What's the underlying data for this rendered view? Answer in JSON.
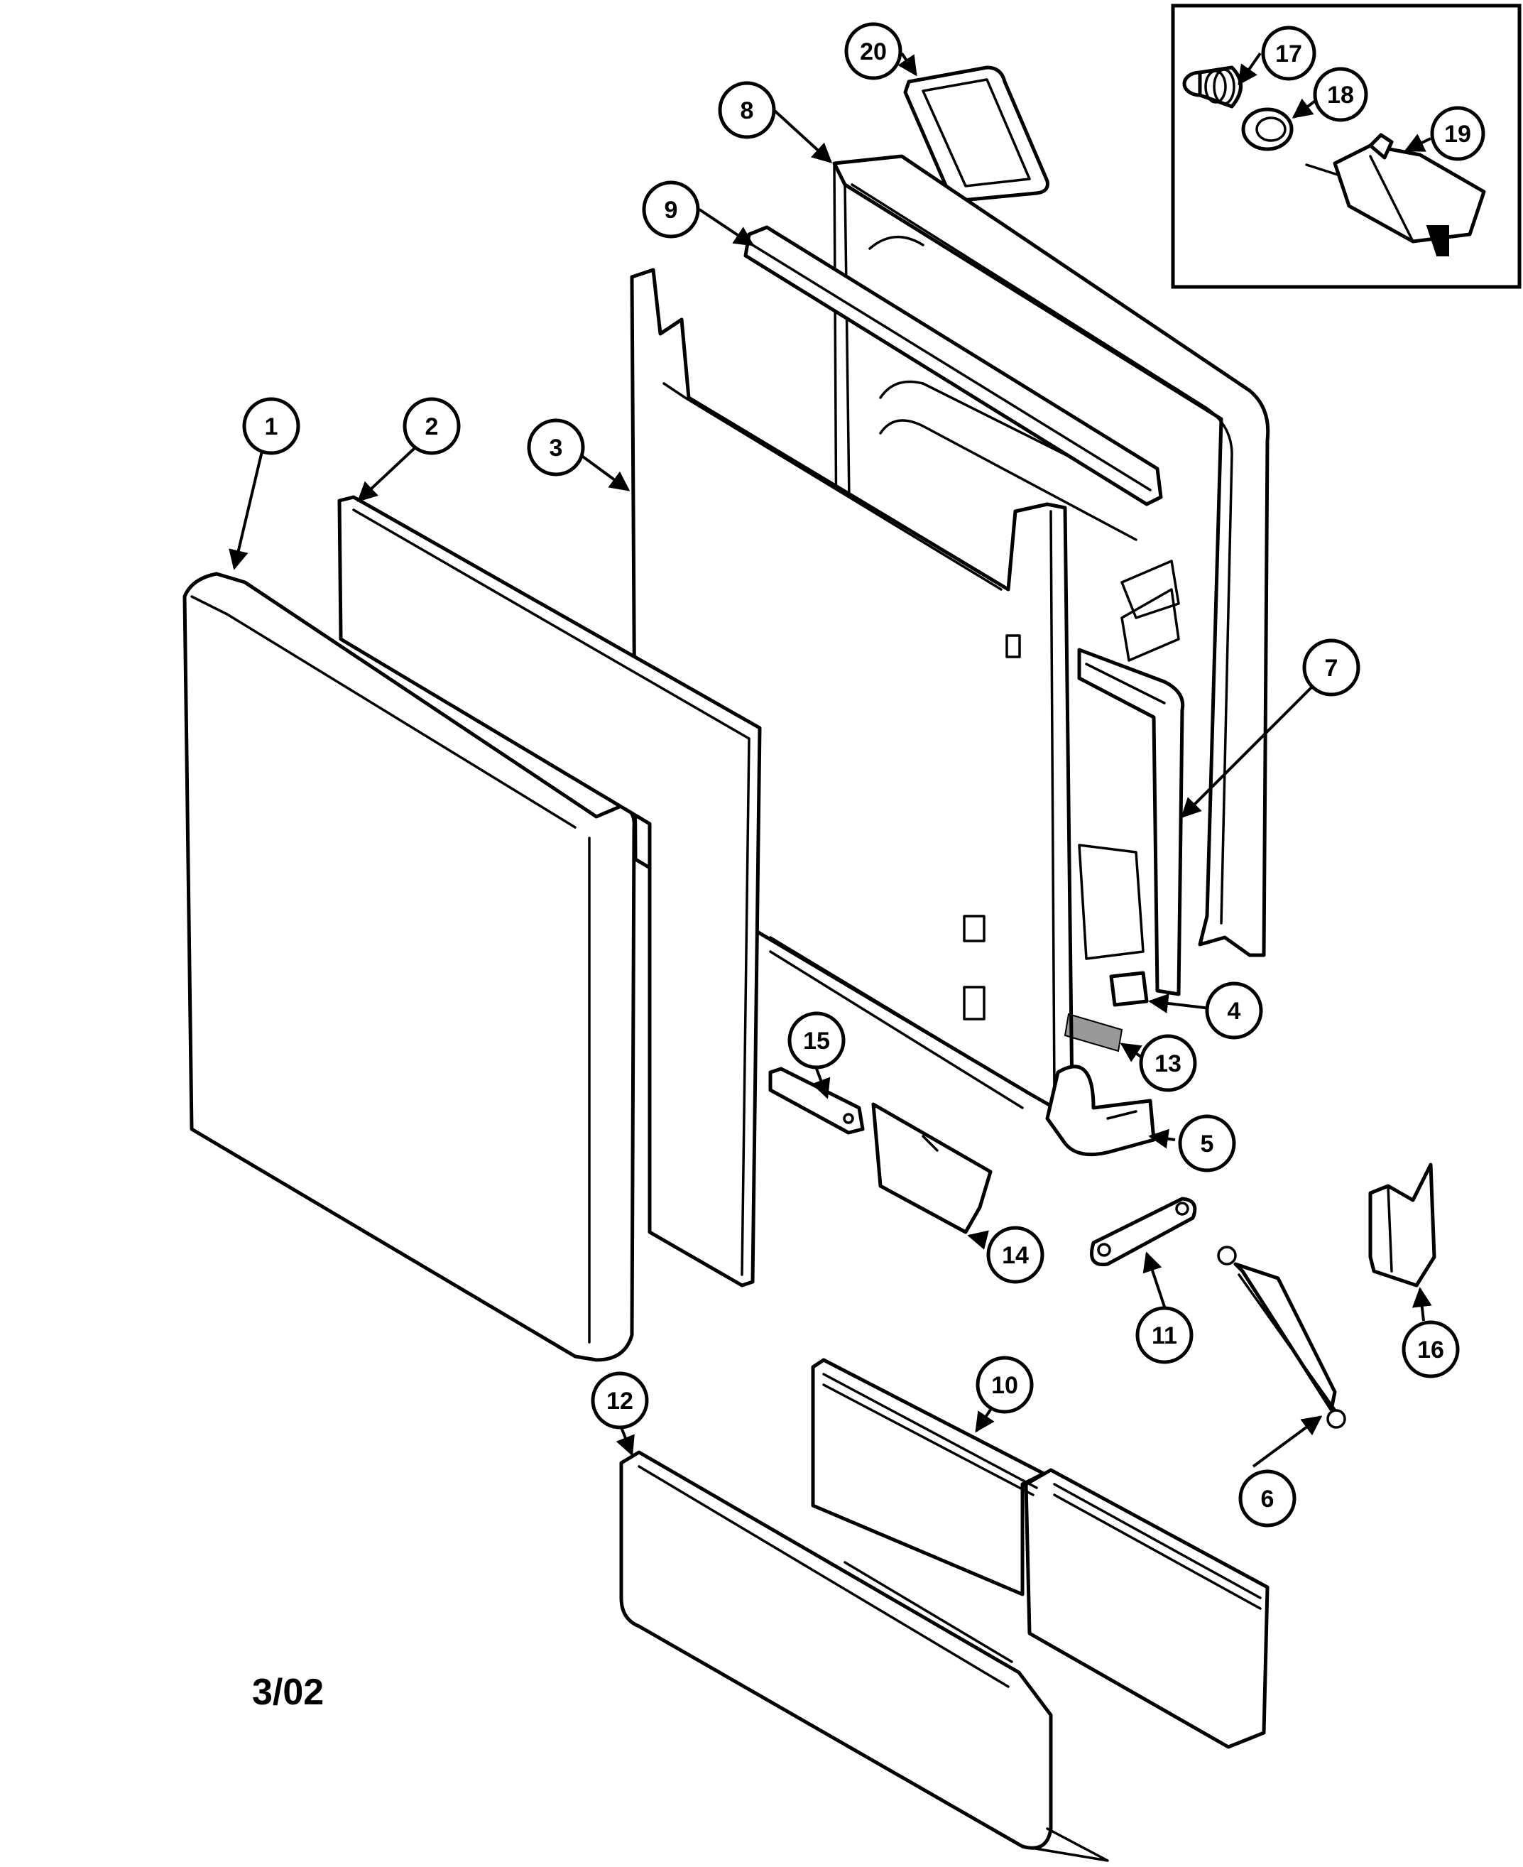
{
  "date_code": "3/02",
  "callouts": [
    {
      "label": "1"
    },
    {
      "label": "2"
    },
    {
      "label": "3"
    },
    {
      "label": "4"
    },
    {
      "label": "5"
    },
    {
      "label": "6"
    },
    {
      "label": "7"
    },
    {
      "label": "8"
    },
    {
      "label": "9"
    },
    {
      "label": "10"
    },
    {
      "label": "11"
    },
    {
      "label": "12"
    },
    {
      "label": "13"
    },
    {
      "label": "14"
    },
    {
      "label": "15"
    },
    {
      "label": "16"
    },
    {
      "label": "17"
    },
    {
      "label": "18"
    },
    {
      "label": "19"
    },
    {
      "label": "20"
    }
  ]
}
